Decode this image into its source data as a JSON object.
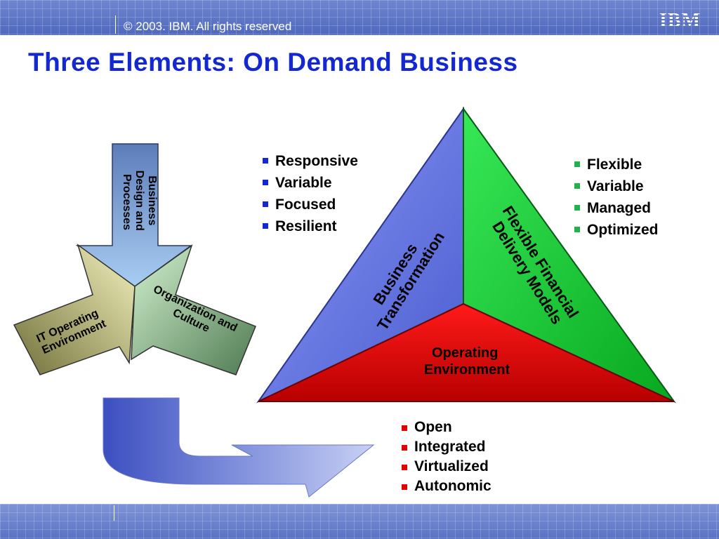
{
  "header": {
    "copyright": "© 2003. IBM. All rights reserved",
    "logo": "IBM"
  },
  "title": "Three Elements: On Demand Business",
  "arrows_diagram": {
    "top": [
      "Business",
      "Design and",
      "Processes"
    ],
    "left": [
      "IT Operating",
      "Environment"
    ],
    "right": [
      "Organization and",
      "Culture"
    ]
  },
  "triangle": {
    "left_face": [
      "Business",
      "Transformation"
    ],
    "right_face": [
      "Flexible Financial",
      "Delivery Models"
    ],
    "bottom_face": [
      "Operating",
      "Environment"
    ]
  },
  "lists": {
    "business_transformation": [
      "Responsive",
      "Variable",
      "Focused",
      "Resilient"
    ],
    "flexible_financial": [
      "Flexible",
      "Variable",
      "Managed",
      "Optimized"
    ],
    "operating_environment": [
      "Open",
      "Integrated",
      "Virtualized",
      "Autonomic"
    ]
  },
  "colors": {
    "title": "#1428d2",
    "blue_face": "#6f7fe8",
    "green_face": "#19d23a",
    "red_face": "#e10a0a",
    "header_bar": "#5a72c4"
  }
}
